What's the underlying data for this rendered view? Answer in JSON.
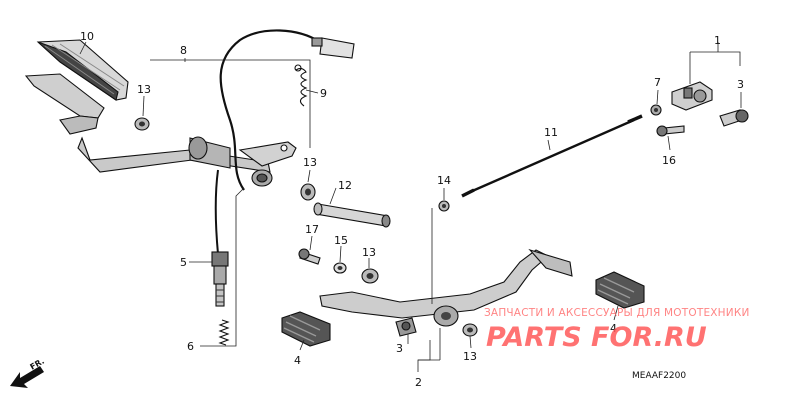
{
  "callouts": [
    {
      "id": "c1",
      "text": "1"
    },
    {
      "id": "c2",
      "text": "2"
    },
    {
      "id": "c3a",
      "text": "3"
    },
    {
      "id": "c3b",
      "text": "3"
    },
    {
      "id": "c4a",
      "text": "4"
    },
    {
      "id": "c4b",
      "text": "4"
    },
    {
      "id": "c5",
      "text": "5"
    },
    {
      "id": "c6",
      "text": "6"
    },
    {
      "id": "c7",
      "text": "7"
    },
    {
      "id": "c8",
      "text": "8"
    },
    {
      "id": "c9",
      "text": "9"
    },
    {
      "id": "c10",
      "text": "10"
    },
    {
      "id": "c11",
      "text": "11"
    },
    {
      "id": "c12",
      "text": "12"
    },
    {
      "id": "c13a",
      "text": "13"
    },
    {
      "id": "c13b",
      "text": "13"
    },
    {
      "id": "c13c",
      "text": "13"
    },
    {
      "id": "c13d",
      "text": "13"
    },
    {
      "id": "c14",
      "text": "14"
    },
    {
      "id": "c15",
      "text": "15"
    },
    {
      "id": "c16",
      "text": "16"
    },
    {
      "id": "c17",
      "text": "17"
    }
  ],
  "direction_label": "FR.",
  "diagram_code": "MEAAF2200",
  "watermark": {
    "tagline": "ЗАПЧАСТИ И АКСЕССУАРЫ ДЛЯ МОТОТЕХНИКИ",
    "logo": "PARTS FOR.RU"
  },
  "colors": {
    "ink": "#111111",
    "part_fill": "#c9c9c9",
    "dark_fill": "#555555",
    "watermark": "#ff5a5a"
  }
}
